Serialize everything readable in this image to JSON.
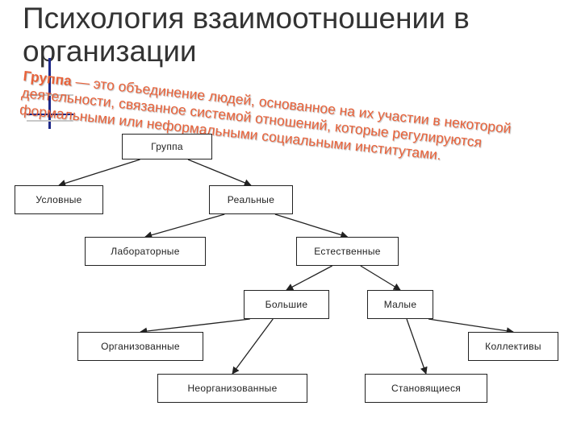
{
  "slide": {
    "title": "Психология взаимоотношении в организации",
    "definition_term": "Группа",
    "definition_text": " — это объединение людей, основанное на их участии в некоторой деятельности, связанное системой отношений, которые регулируются формальными или неформальными социальными институтами."
  },
  "diagram": {
    "nodes": {
      "group": "Группа",
      "conditional": "Условные",
      "real": "Реальные",
      "laboratory": "Лабораторные",
      "natural": "Естественные",
      "large": "Большие",
      "small": "Малые",
      "organized": "Организованные",
      "unorganized": "Неорганизованные",
      "emerging": "Становящиеся",
      "collectives": "Коллективы"
    },
    "edges": [
      [
        "group",
        "conditional"
      ],
      [
        "group",
        "real"
      ],
      [
        "real",
        "laboratory"
      ],
      [
        "real",
        "natural"
      ],
      [
        "natural",
        "large"
      ],
      [
        "natural",
        "small"
      ],
      [
        "large",
        "organized"
      ],
      [
        "large",
        "unorganized"
      ],
      [
        "small",
        "emerging"
      ],
      [
        "small",
        "collectives"
      ]
    ],
    "colors": {
      "line": "#222222",
      "definition_text": "#e8623a",
      "accent_bar": "#1f2a8a"
    }
  }
}
